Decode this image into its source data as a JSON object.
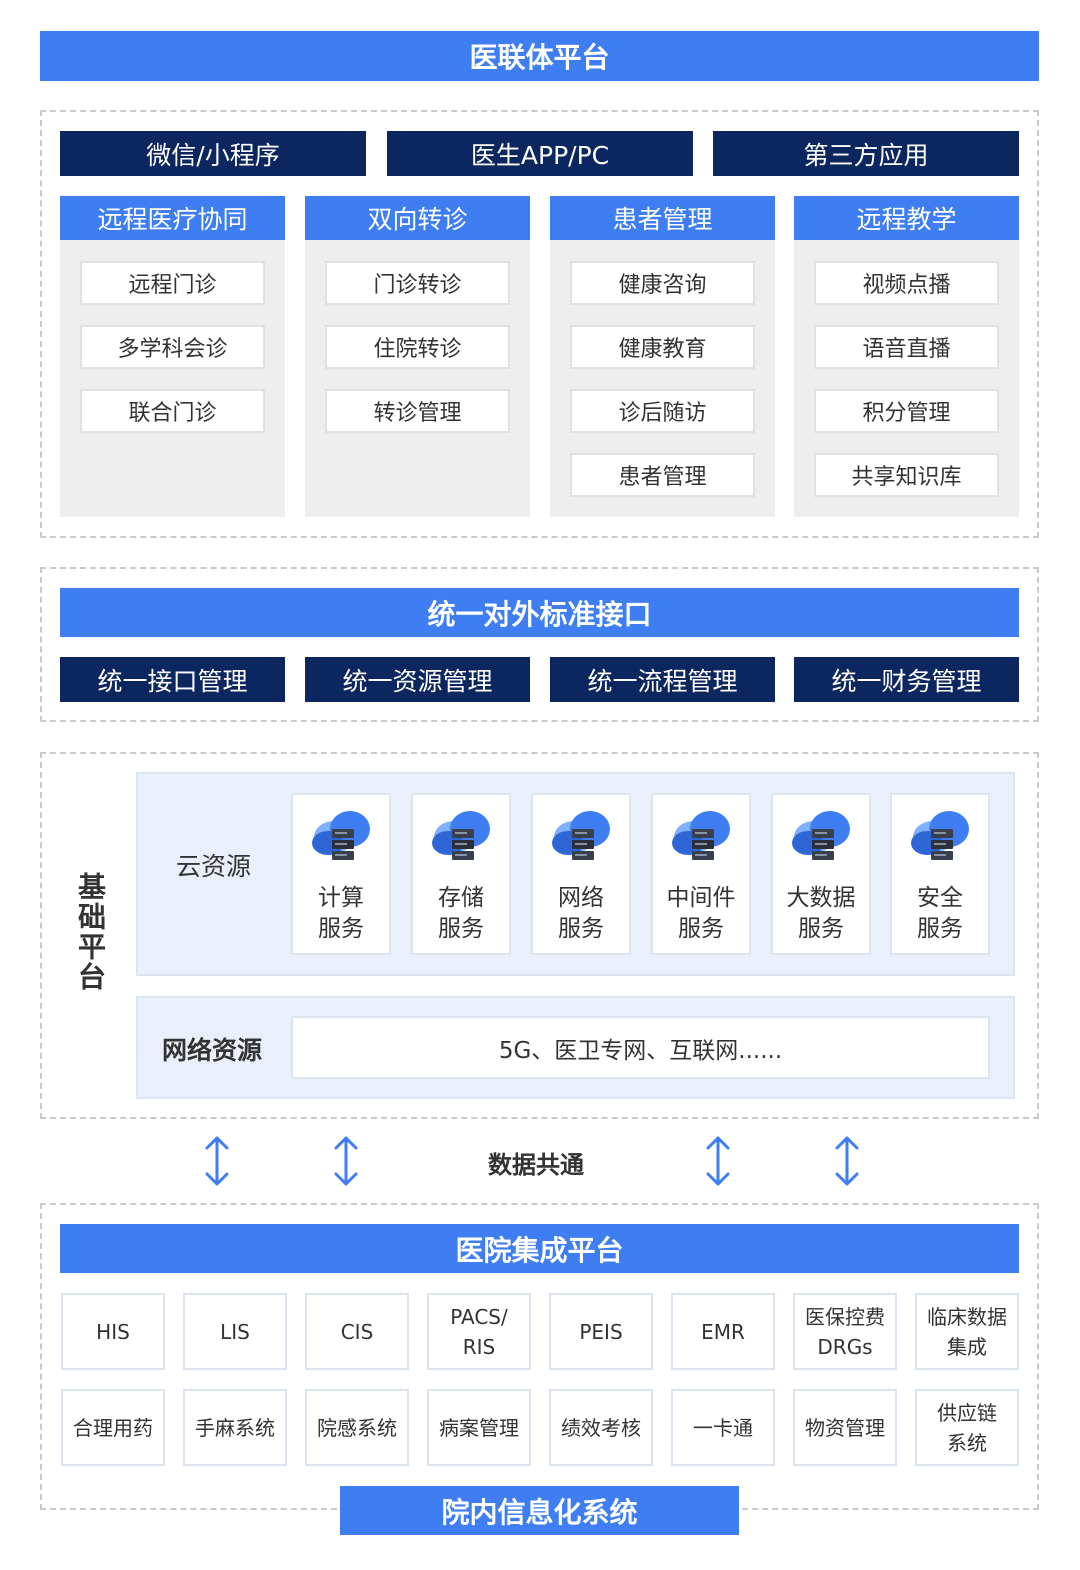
{
  "header": {
    "title": "医联体平台"
  },
  "channels": [
    "微信/小程序",
    "医生APP/PC",
    "第三方应用"
  ],
  "modules": [
    {
      "title": "远程医疗协同",
      "items": [
        "远程门诊",
        "多学科会诊",
        "联合门诊"
      ]
    },
    {
      "title": "双向转诊",
      "items": [
        "门诊转诊",
        "住院转诊",
        "转诊管理"
      ]
    },
    {
      "title": "患者管理",
      "items": [
        "健康咨询",
        "健康教育",
        "诊后随访",
        "患者管理"
      ]
    },
    {
      "title": "远程教学",
      "items": [
        "视频点播",
        "语音直播",
        "积分管理",
        "共享知识库"
      ]
    }
  ],
  "interface": {
    "title": "统一对外标准接口",
    "items": [
      "统一接口管理",
      "统一资源管理",
      "统一流程管理",
      "统一财务管理"
    ]
  },
  "base": {
    "side_label": "基础平台",
    "cloud_label": "云资源",
    "services": [
      {
        "line1": "计算",
        "line2": "服务"
      },
      {
        "line1": "存储",
        "line2": "服务"
      },
      {
        "line1": "网络",
        "line2": "服务"
      },
      {
        "line1": "中间件",
        "line2": "服务"
      },
      {
        "line1": "大数据",
        "line2": "服务"
      },
      {
        "line1": "安全",
        "line2": "服务"
      }
    ],
    "network_label": "网络资源",
    "network_value": "5G、医卫专网、互联网......"
  },
  "data_share": "数据共通",
  "hospital": {
    "title": "医院集成平台",
    "row1": [
      {
        "line1": "HIS",
        "line2": ""
      },
      {
        "line1": "LIS",
        "line2": ""
      },
      {
        "line1": "CIS",
        "line2": ""
      },
      {
        "line1": "PACS/",
        "line2": "RIS"
      },
      {
        "line1": "PEIS",
        "line2": ""
      },
      {
        "line1": "EMR",
        "line2": ""
      },
      {
        "line1": "医保控费",
        "line2": "DRGs"
      },
      {
        "line1": "临床数据",
        "line2": "集成"
      }
    ],
    "row2": [
      {
        "line1": "合理用药",
        "line2": ""
      },
      {
        "line1": "手麻系统",
        "line2": ""
      },
      {
        "line1": "院感系统",
        "line2": ""
      },
      {
        "line1": "病案管理",
        "line2": ""
      },
      {
        "line1": "绩效考核",
        "line2": ""
      },
      {
        "line1": "一卡通",
        "line2": ""
      },
      {
        "line1": "物资管理",
        "line2": ""
      },
      {
        "line1": "供应链",
        "line2": "系统"
      }
    ],
    "footer": "院内信息化系统"
  },
  "colors": {
    "primary": "#3e7ef2",
    "dark": "#0c2660",
    "panel": "#e9f0fb"
  },
  "icons": {
    "service": "cloud-server-icon",
    "arrow": "double-arrow-icon"
  }
}
